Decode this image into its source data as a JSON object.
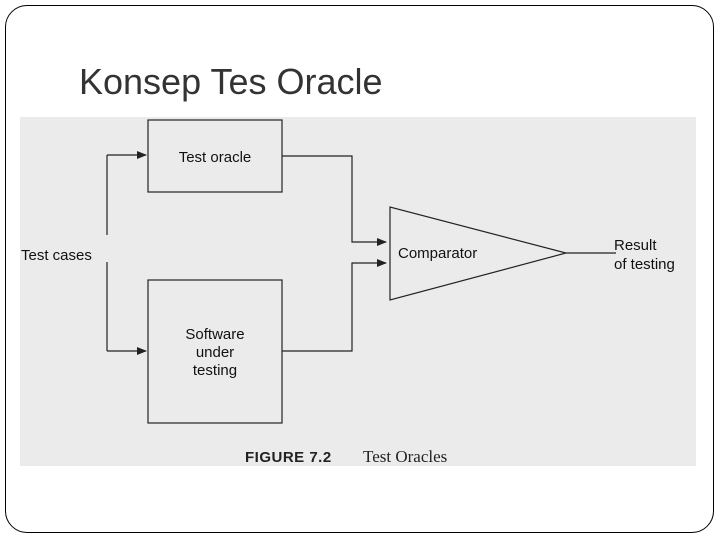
{
  "slide": {
    "title": "Konsep Tes Oracle"
  },
  "diagram": {
    "input_label": "Test cases",
    "oracle_box": {
      "label": "Test oracle"
    },
    "software_box": {
      "lines": [
        "Software",
        "under",
        "testing"
      ]
    },
    "comparator": {
      "label": "Comparator"
    },
    "output_label": {
      "lines": [
        "Result",
        "of testing"
      ]
    },
    "caption": {
      "number": "FIGURE 7.2",
      "text": "Test Oracles"
    }
  }
}
